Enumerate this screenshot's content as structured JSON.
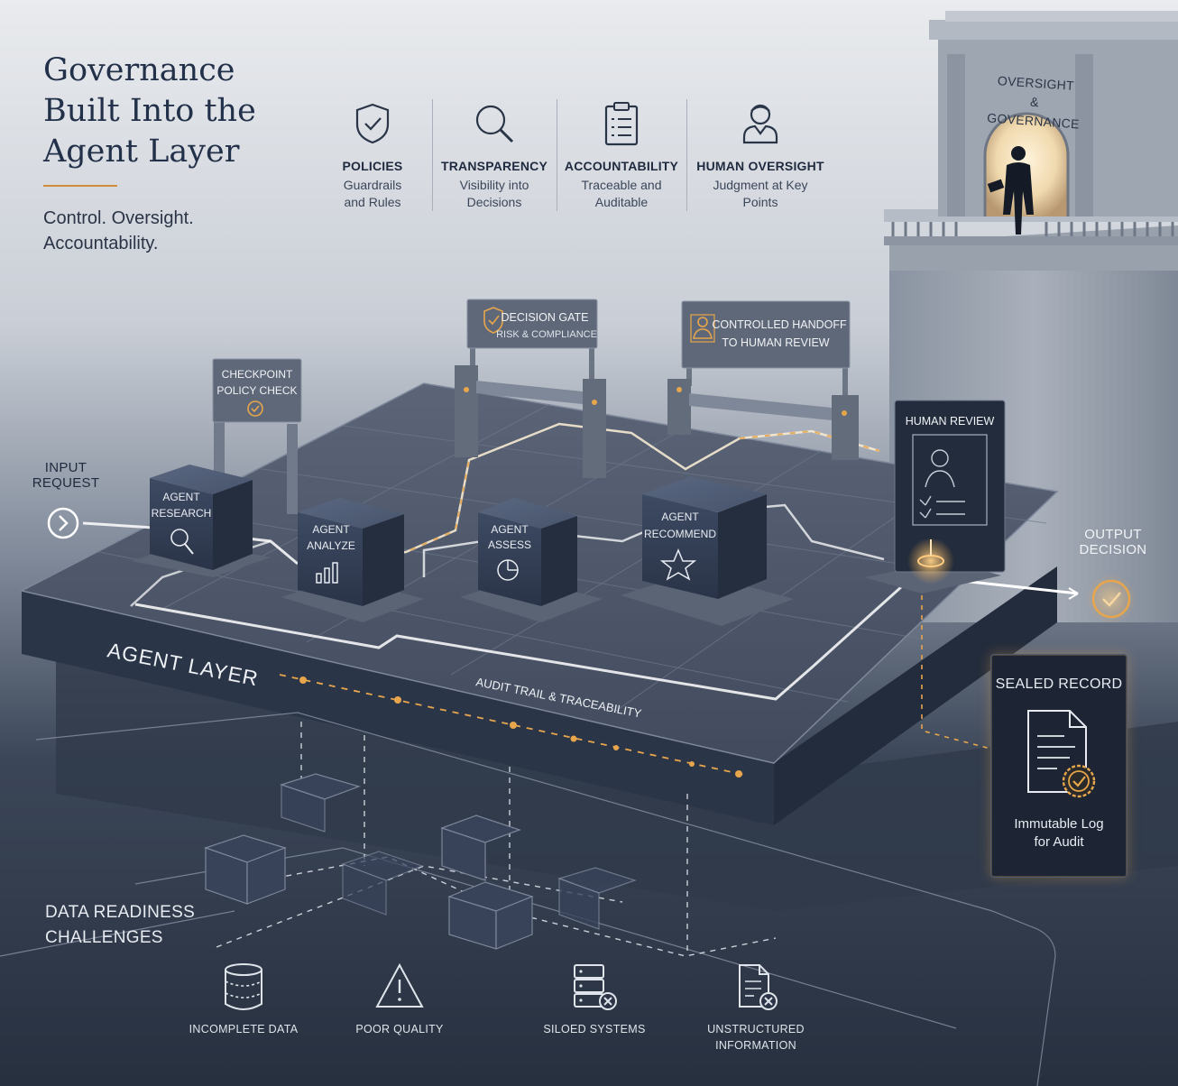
{
  "header": {
    "title_lines": [
      "Governance",
      "Built Into the",
      "Agent Layer"
    ],
    "subtitle_lines": [
      "Control. Oversight.",
      "Accountability."
    ]
  },
  "pillars": [
    {
      "icon": "shield-check-icon",
      "title": "POLICIES",
      "desc": [
        "Guardrails",
        "and Rules"
      ]
    },
    {
      "icon": "magnifier-icon",
      "title": "TRANSPARENCY",
      "desc": [
        "Visibility into",
        "Decisions"
      ]
    },
    {
      "icon": "clipboard-list-icon",
      "title": "ACCOUNTABILITY",
      "desc": [
        "Traceable and",
        "Auditable"
      ]
    },
    {
      "icon": "person-icon",
      "title": "HUMAN OVERSIGHT",
      "desc": [
        "Judgment at Key",
        "Points"
      ]
    }
  ],
  "tower": {
    "lines": [
      "OVERSIGHT",
      "& GOVERNANCE"
    ]
  },
  "gates": {
    "checkpoint": [
      "CHECKPOINT",
      "POLICY CHECK"
    ],
    "decision": [
      "DECISION GATE",
      "RISK & COMPLIANCE"
    ],
    "handoff": [
      "CONTROLLED HANDOFF",
      "TO HUMAN REVIEW"
    ]
  },
  "agents": [
    {
      "lines": [
        "AGENT",
        "RESEARCH"
      ],
      "icon": "magnifier-icon"
    },
    {
      "lines": [
        "AGENT",
        "ANALYZE"
      ],
      "icon": "bar-chart-icon"
    },
    {
      "lines": [
        "AGENT",
        "ASSESS"
      ],
      "icon": "pie-chart-icon"
    },
    {
      "lines": [
        "AGENT",
        "RECOMMEND"
      ],
      "icon": "star-icon"
    }
  ],
  "human_review": {
    "label": "HUMAN REVIEW"
  },
  "platform": {
    "label": "AGENT LAYER",
    "audit": "AUDIT TRAIL & TRACEABILITY"
  },
  "input": {
    "lines": [
      "INPUT",
      "REQUEST"
    ]
  },
  "output": {
    "lines": [
      "OUTPUT",
      "DECISION"
    ]
  },
  "sealed": {
    "title": "SEALED RECORD",
    "sub": [
      "Immutable Log",
      "for Audit"
    ]
  },
  "data_readiness": {
    "title_lines": [
      "DATA READINESS",
      "CHALLENGES"
    ],
    "items": [
      {
        "icon": "database-icon",
        "label": [
          "INCOMPLETE DATA"
        ]
      },
      {
        "icon": "warning-icon",
        "label": [
          "POOR QUALITY"
        ]
      },
      {
        "icon": "server-x-icon",
        "label": [
          "SILOED SYSTEMS"
        ]
      },
      {
        "icon": "document-x-icon",
        "label": [
          "UNSTRUCTURED",
          "INFORMATION"
        ]
      }
    ]
  },
  "colors": {
    "accent": "#e8a64c",
    "navy": "#22304a",
    "platform": "#2b3548"
  }
}
